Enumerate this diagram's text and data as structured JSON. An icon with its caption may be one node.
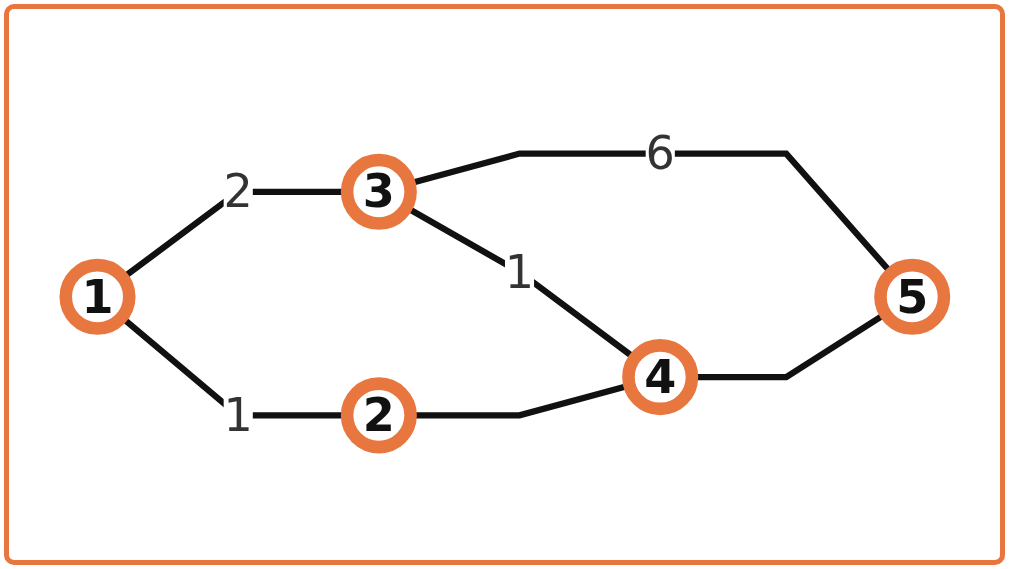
{
  "diagram": {
    "nodes": [
      {
        "text": [
          "1"
        ]
      },
      {
        "text": [
          "2"
        ]
      },
      {
        "text": [
          "3"
        ]
      },
      {
        "text": [
          "4"
        ]
      },
      {
        "text": [
          "5"
        ]
      }
    ],
    "edges": [
      {
        "from": 0,
        "to": 2,
        "arrow": "none",
        "label": "2"
      },
      {
        "from": 2,
        "to": 4,
        "arrow": "none",
        "label": "6"
      },
      {
        "from": 0,
        "to": 1,
        "arrow": "none",
        "label": "1"
      },
      {
        "from": 2,
        "to": 3,
        "arrow": "none",
        "label": "1"
      },
      {
        "from": 1,
        "to": 3,
        "arrow": "none"
      },
      {
        "from": 3,
        "to": 4,
        "arrow": "none"
      }
    ]
  }
}
